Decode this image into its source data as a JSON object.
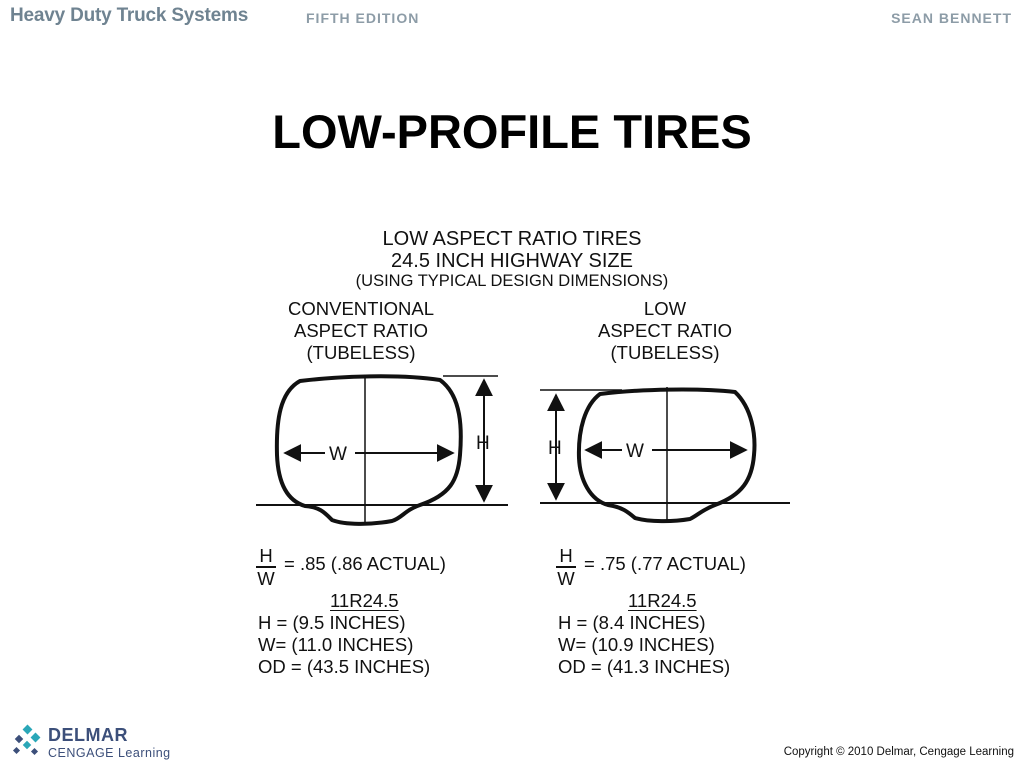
{
  "header": {
    "book_title": "Heavy Duty Truck Systems",
    "edition": "FIFTH EDITION",
    "author": "SEAN BENNETT"
  },
  "slide": {
    "title": "LOW-PROFILE TIRES"
  },
  "figure": {
    "heading_line1": "LOW ASPECT RATIO TIRES",
    "heading_line2": "24.5 INCH HIGHWAY SIZE",
    "heading_line3": "(USING TYPICAL DESIGN DIMENSIONS)",
    "left": {
      "title_line1": "CONVENTIONAL",
      "title_line2": "ASPECT RATIO",
      "title_line3": "(TUBELESS)",
      "height_label": "H",
      "width_label": "W",
      "frac_num": "H",
      "frac_den": "W",
      "ratio_text": "= .85 (.86 ACTUAL)",
      "size_code": "11R24.5",
      "h_value": "H = (9.5 INCHES)",
      "w_value": "W= (11.0 INCHES)",
      "od_value": "OD = (43.5 INCHES)"
    },
    "right": {
      "title_line1": "LOW",
      "title_line2": "ASPECT RATIO",
      "title_line3": "(TUBELESS)",
      "height_label": "H",
      "width_label": "W",
      "frac_num": "H",
      "frac_den": "W",
      "ratio_text": "= .75 (.77 ACTUAL)",
      "size_code": "11R24.5",
      "h_value": "H = (8.4 INCHES)",
      "w_value": "W= (10.9 INCHES)",
      "od_value": "OD = (41.3 INCHES)"
    }
  },
  "footer": {
    "logo_name": "DELMAR",
    "logo_sub": "CENGAGE Learning",
    "copyright": "Copyright © 2010 Delmar, Cengage Learning"
  },
  "colors": {
    "header_title": "#6f8391",
    "header_meta": "#8d9ca7",
    "logo_blue": "#3c4f7a",
    "logo_teal": "#2aa7b8"
  }
}
